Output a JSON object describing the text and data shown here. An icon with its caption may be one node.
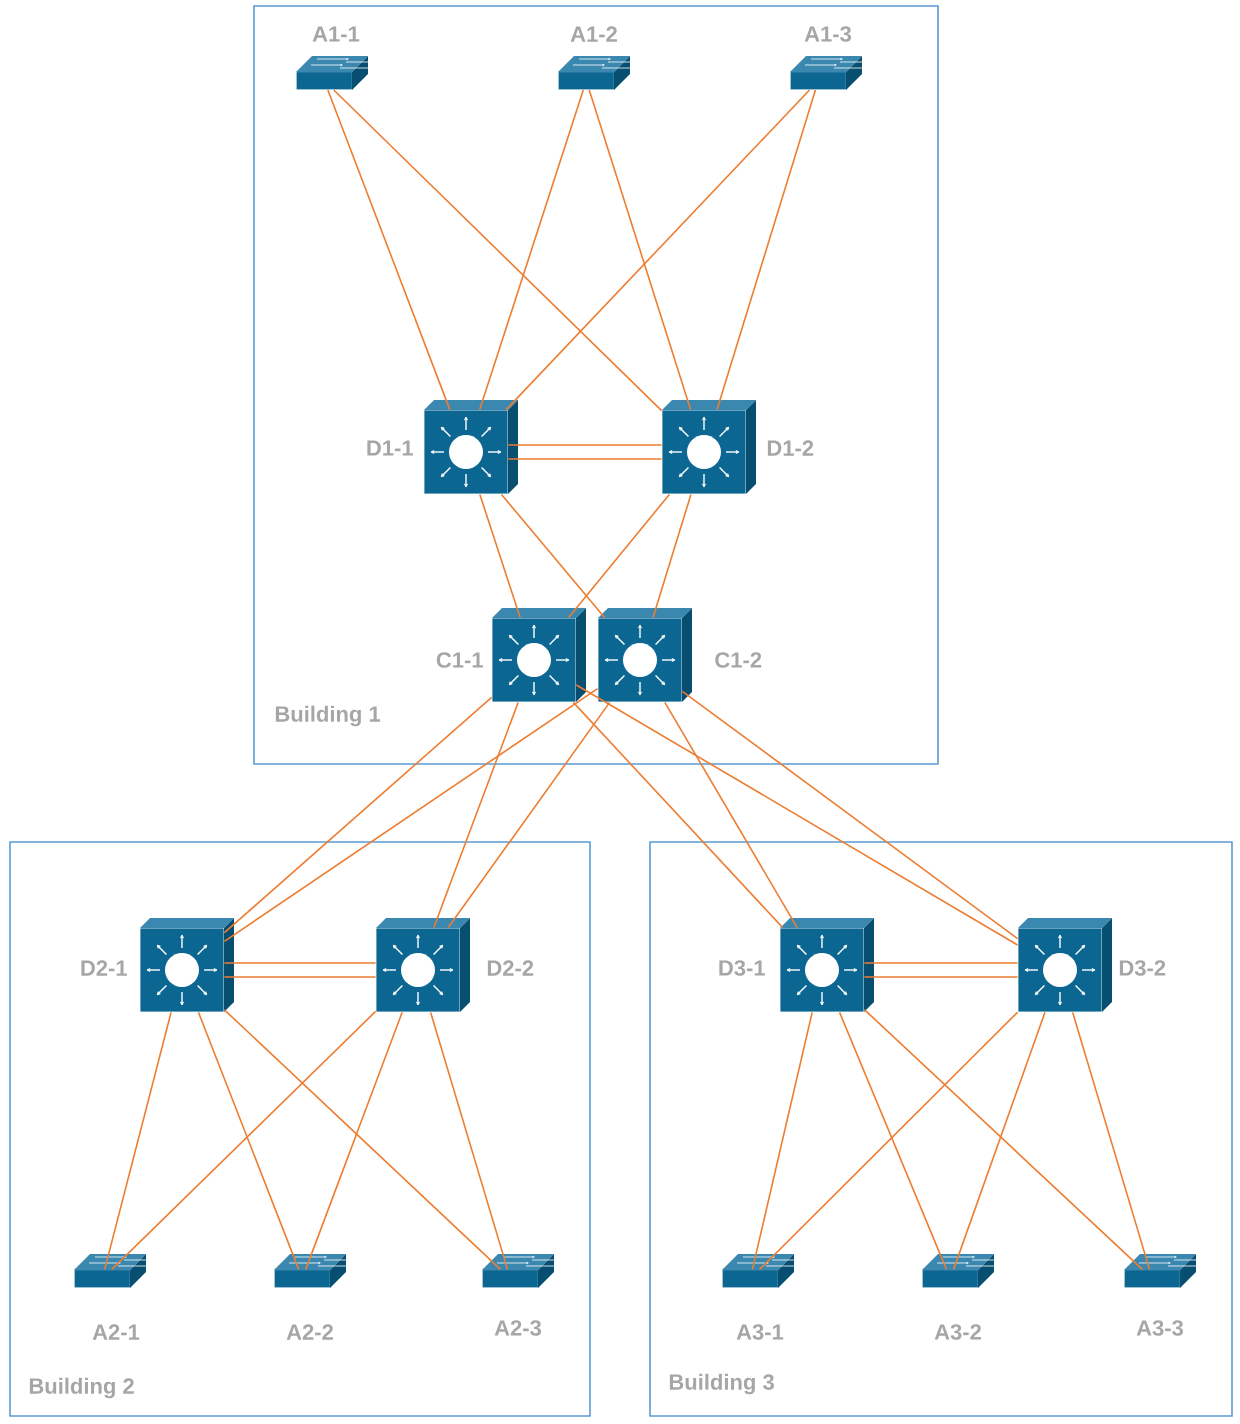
{
  "diagram": {
    "nodes": [
      {
        "text": [
          "Building 1"
        ]
      },
      {
        "text": [
          "A1-1"
        ],
        "in": 0
      },
      {
        "text": [
          "A1-2"
        ],
        "in": 0
      },
      {
        "text": [
          "A1-3"
        ],
        "in": 0
      },
      {
        "text": [
          "D1-1"
        ],
        "in": 0
      },
      {
        "text": [
          "D1-2"
        ],
        "in": 0
      },
      {
        "text": [
          "C1-1"
        ],
        "in": 0
      },
      {
        "text": [
          "C1-2"
        ],
        "in": 0
      },
      {
        "text": [
          "Building 2"
        ]
      },
      {
        "text": [
          "D2-1"
        ],
        "in": 8
      },
      {
        "text": [
          "D2-2"
        ],
        "in": 8
      },
      {
        "text": [
          "A2-1"
        ],
        "in": 8
      },
      {
        "text": [
          "A2-2"
        ],
        "in": 8
      },
      {
        "text": [
          "A2-3"
        ],
        "in": 8
      },
      {
        "text": [
          "Building 3"
        ]
      },
      {
        "text": [
          "D3-1"
        ],
        "in": 14
      },
      {
        "text": [
          "D3-2"
        ],
        "in": 14
      },
      {
        "text": [
          "A3-1"
        ],
        "in": 14
      },
      {
        "text": [
          "A3-2"
        ],
        "in": 14
      },
      {
        "text": [
          "A3-3"
        ],
        "in": 14
      }
    ],
    "edges": [
      {
        "from": 1,
        "to": 4,
        "arrow": "none"
      },
      {
        "from": 1,
        "to": 5,
        "arrow": "none"
      },
      {
        "from": 2,
        "to": 4,
        "arrow": "none"
      },
      {
        "from": 2,
        "to": 5,
        "arrow": "none"
      },
      {
        "from": 3,
        "to": 4,
        "arrow": "none"
      },
      {
        "from": 3,
        "to": 5,
        "arrow": "none"
      },
      {
        "from": 4,
        "to": 5,
        "arrow": "none"
      },
      {
        "from": 4,
        "to": 5,
        "arrow": "none"
      },
      {
        "from": 4,
        "to": 6,
        "arrow": "none"
      },
      {
        "from": 4,
        "to": 7,
        "arrow": "none"
      },
      {
        "from": 5,
        "to": 6,
        "arrow": "none"
      },
      {
        "from": 5,
        "to": 7,
        "arrow": "none"
      },
      {
        "from": 6,
        "to": 9,
        "arrow": "none"
      },
      {
        "from": 6,
        "to": 10,
        "arrow": "none"
      },
      {
        "from": 6,
        "to": 15,
        "arrow": "none"
      },
      {
        "from": 6,
        "to": 16,
        "arrow": "none"
      },
      {
        "from": 7,
        "to": 9,
        "arrow": "none"
      },
      {
        "from": 7,
        "to": 10,
        "arrow": "none"
      },
      {
        "from": 7,
        "to": 15,
        "arrow": "none"
      },
      {
        "from": 7,
        "to": 16,
        "arrow": "none"
      },
      {
        "from": 9,
        "to": 10,
        "arrow": "none"
      },
      {
        "from": 9,
        "to": 10,
        "arrow": "none"
      },
      {
        "from": 9,
        "to": 11,
        "arrow": "none"
      },
      {
        "from": 9,
        "to": 12,
        "arrow": "none"
      },
      {
        "from": 9,
        "to": 13,
        "arrow": "none"
      },
      {
        "from": 10,
        "to": 11,
        "arrow": "none"
      },
      {
        "from": 10,
        "to": 12,
        "arrow": "none"
      },
      {
        "from": 10,
        "to": 13,
        "arrow": "none"
      },
      {
        "from": 15,
        "to": 16,
        "arrow": "none"
      },
      {
        "from": 15,
        "to": 16,
        "arrow": "none"
      },
      {
        "from": 15,
        "to": 17,
        "arrow": "none"
      },
      {
        "from": 15,
        "to": 18,
        "arrow": "none"
      },
      {
        "from": 15,
        "to": 19,
        "arrow": "none"
      },
      {
        "from": 16,
        "to": 17,
        "arrow": "none"
      },
      {
        "from": 16,
        "to": 18,
        "arrow": "none"
      },
      {
        "from": 16,
        "to": 19,
        "arrow": "none"
      }
    ]
  }
}
